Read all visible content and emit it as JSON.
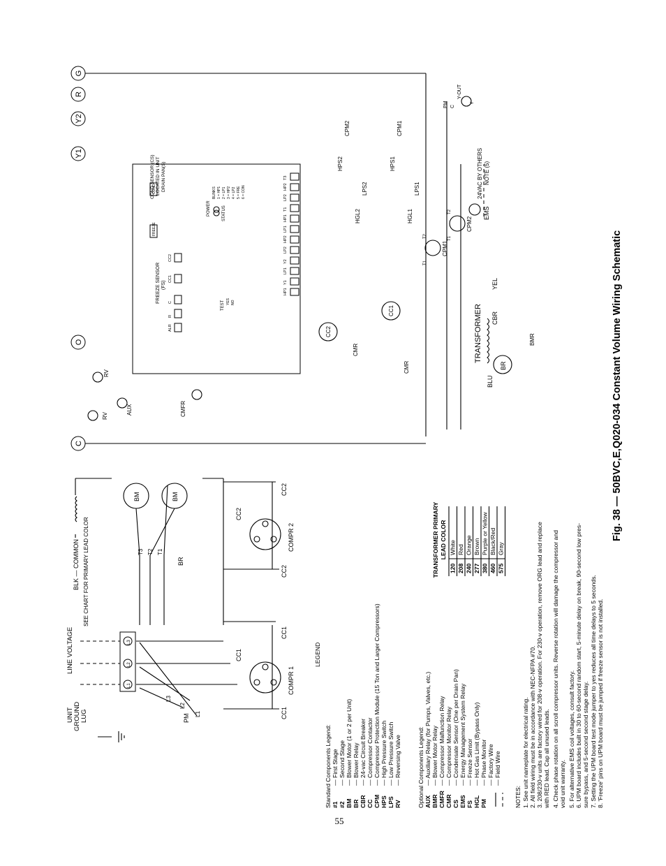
{
  "page_number": "55",
  "figure_caption": "Fig. 38 — 50BVC,E,Q020-034 Constant Volume Wiring Schematic",
  "terminals": [
    "C",
    "O",
    "Y1",
    "Y2",
    "R",
    "G"
  ],
  "supply": {
    "line_voltage": "LINE VOLTAGE",
    "unit_ground_lug": [
      "UNIT",
      "GROUND",
      "LUG"
    ],
    "blk_common": "BLK — COMMON",
    "see_chart": "SEE CHART FOR PRIMARY LEAD COLOR",
    "l1": "L1",
    "l2": "L2",
    "l3": "L3",
    "pm": "PM",
    "br": "BR",
    "bm": "BM",
    "t1": "T1",
    "t2": "T2",
    "t3": "T3"
  },
  "compressors": {
    "compr1": "COMPR 1",
    "compr2": "COMPR 2",
    "cc1": "CC1",
    "cc2": "CC2"
  },
  "control": {
    "rv": "RV",
    "aux": "AUX",
    "cmfr": "CMFR",
    "cmr": "CMR",
    "cc1": "CC1",
    "cc2": "CC2",
    "cpm1": "CPM1",
    "cpm2": "CPM2",
    "t1": "T1",
    "t2": "T2",
    "hps1": "HPS1",
    "hps2": "HPS2",
    "lps1": "LPS1",
    "lps2": "LPS2",
    "hgl1": "HGL1",
    "hgl2": "HGL2",
    "ems": "EMS",
    "transformer": "TRANSFORMER",
    "cbr": "CBR",
    "blu": "BLU",
    "yel": "YEL",
    "br": "BR",
    "bmr": "BMR",
    "pm": "PM",
    "c": "C",
    "y": "Y",
    "y_out": "Y-OUT",
    "vac_by_others": "24VAC BY OTHERS",
    "note5": "NOTE (5)",
    "freeze_sensor": "FREEZE SENSOR",
    "fs": "(FS)",
    "cond_sensor_1": "COND SENSOR (CS)",
    "cond_sensor_2": "LOCATED IN UNIT",
    "cond_sensor_3": "DRAIN PAN(S)",
    "power": "POWER",
    "status": "STATUS",
    "blinks": [
      "BLINKS",
      "1 = HP1",
      "2 = LP1",
      "3 = HP2",
      "4 = LP2",
      "5 = FRE",
      "6 = CON"
    ],
    "test": "TEST",
    "yes": "YES",
    "no": "NO",
    "board_top_pins": [
      "HP1",
      "Y1",
      "LP1",
      "Y2",
      "LP2",
      "HP2",
      "LP1",
      "HP1",
      "T1",
      "LP2",
      "HP2",
      "T3"
    ],
    "board_bottom_pins": [
      "ALR",
      "R",
      "C",
      "CC1",
      "CC2"
    ],
    "freeze": "FREEZE",
    "cond": "COND"
  },
  "legend": {
    "heading": "LEGEND",
    "standard_title": "Standard Components Legend:",
    "standard": [
      {
        "code": "#1",
        "desc": "— First Stage"
      },
      {
        "code": "#2",
        "desc": "— Second Stage"
      },
      {
        "code": "BM",
        "desc": "— Blower Motor (1 or 2 per Unit)"
      },
      {
        "code": "BR",
        "desc": "— Blower Relay"
      },
      {
        "code": "CBR",
        "desc": "— 24-vac Circuit Breaker"
      },
      {
        "code": "CC",
        "desc": "— Compressor Contactor"
      },
      {
        "code": "CPM",
        "desc": "— Compressor Protection Module (15 Ton and Larger Compressors)"
      },
      {
        "code": "HPS",
        "desc": "— High Pressure Switch"
      },
      {
        "code": "LPS",
        "desc": "— Low Pressure Switch"
      },
      {
        "code": "RV",
        "desc": "— Reversing Valve"
      }
    ],
    "optional_title": "Optional Components Legend:",
    "optional": [
      {
        "code": "AUX",
        "desc": "— Auxiliary Relay (for Pumps, Valves, etc.)"
      },
      {
        "code": "BMR",
        "desc": "— Blower Motor Relay"
      },
      {
        "code": "CMFR",
        "desc": "— Compressor Malfunction Relay"
      },
      {
        "code": "CMR",
        "desc": "— Compressor Monitor Relay"
      },
      {
        "code": "CS",
        "desc": "— Condensate Sensor (One per Drain Pan)"
      },
      {
        "code": "EMS",
        "desc": "— Energy Management System Relay"
      },
      {
        "code": "FS",
        "desc": "— Freeze Sensor"
      },
      {
        "code": "HGL",
        "desc": "— Hot Gas Limit (Bypass Only)"
      },
      {
        "code": "PM",
        "desc": "— Phase Monitor"
      },
      {
        "code": "",
        "desc": "— Factory Wire"
      },
      {
        "code": "",
        "desc": "— Field Wire"
      }
    ]
  },
  "transformer_table": {
    "title_1": "TRANSFORMER PRIMARY",
    "title_2": "LEAD COLOR",
    "rows": [
      [
        "120",
        "White"
      ],
      [
        "208",
        "Red"
      ],
      [
        "240",
        "Orange"
      ],
      [
        "277",
        "Brown"
      ],
      [
        "380",
        "Purple or Yellow"
      ],
      [
        "460",
        "Black/Red"
      ],
      [
        "575",
        "Gray"
      ]
    ]
  },
  "notes": {
    "title": "NOTES:",
    "items": [
      "1.  See unit nameplate for electrical rating.",
      "2.  All field wiring must be in accordance with NEC-NFPA #70.",
      "3.  208/230-v units are factory wired for 208-v operation. For 230-v operation, remove ORG lead and replace",
      "     with RED lead. Cap all unused leads.",
      "4.  Check phase rotation on all scroll compressor units. Reverse rotation will damage the compressor and",
      "     void unit warranty.",
      "5.  For alternative EMS coil voltages, consult factory.",
      "6.  UPM board includes built in 30 to 60-second random start, 5-minute delay on break, 90-second low pres-",
      "     sure bypass, and 5-second second stage delay.",
      "7.  Setting the UPM board test mode jumper to yes reduces all time delays to 5 seconds.",
      "8.  'Freeze' pins on UPM board must be jumped if freeze sensor is not installed."
    ]
  }
}
